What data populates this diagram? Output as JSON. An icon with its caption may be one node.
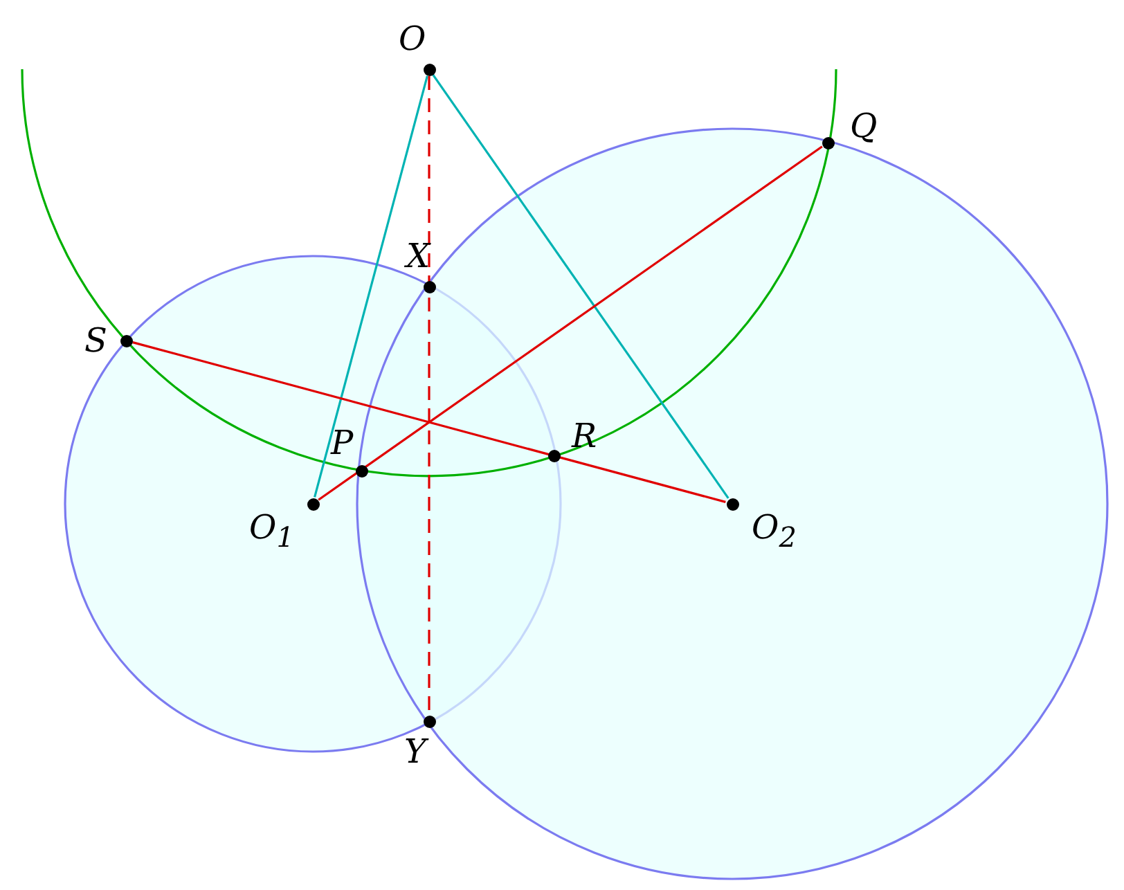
{
  "diagram": {
    "nodes": [
      {
        "text": [
          "O"
        ]
      },
      {
        "text": [
          "X"
        ]
      },
      {
        "text": [
          "S"
        ]
      },
      {
        "text": [
          "P"
        ]
      },
      {
        "text": [
          "R"
        ]
      },
      {
        "text": [
          "Q"
        ]
      },
      {
        "text": [
          "O$_{1}$"
        ]
      },
      {
        "text": [
          "O$_{2}$"
        ]
      },
      {
        "text": [
          "Y"
        ]
      }
    ],
    "edges": [
      {
        "from": 0,
        "to": 6,
        "arrow": "none",
        "color": "#00b3b3"
      },
      {
        "from": 0,
        "to": 7,
        "arrow": "none",
        "color": "#00b3b3"
      },
      {
        "from": 0,
        "to": 8,
        "arrow": "none",
        "style": "dashed",
        "color": "#e00000"
      },
      {
        "from": 2,
        "to": 7,
        "arrow": "none",
        "color": "#e00000"
      },
      {
        "from": 6,
        "to": 5,
        "arrow": "none",
        "color": "#e00000"
      }
    ]
  }
}
